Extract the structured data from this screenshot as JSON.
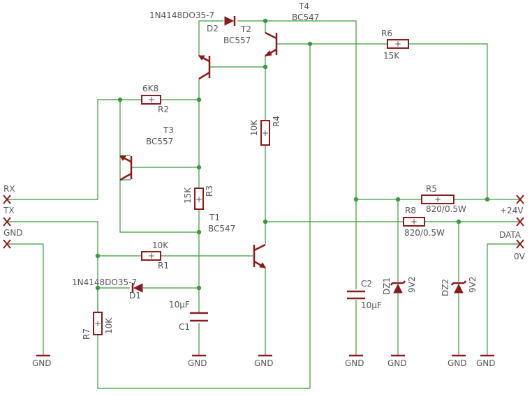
{
  "components": {
    "d1": {
      "ref": "D1",
      "value": "1N4148DO35-7"
    },
    "d2": {
      "ref": "D2",
      "value": "1N4148DO35-7"
    },
    "t1": {
      "ref": "T1",
      "value": "BC547"
    },
    "t2": {
      "ref": "T2",
      "value": "BC557"
    },
    "t3": {
      "ref": "T3",
      "value": "BC557"
    },
    "t4": {
      "ref": "T4",
      "value": "BC547"
    },
    "r1": {
      "ref": "R1",
      "value": "10K"
    },
    "r2": {
      "ref": "R2",
      "value": "6K8"
    },
    "r3": {
      "ref": "R3",
      "value": "15K"
    },
    "r4": {
      "ref": "R4",
      "value": "10K"
    },
    "r5": {
      "ref": "R5",
      "value": "820/0.5W"
    },
    "r6": {
      "ref": "R6",
      "value": "15K"
    },
    "r7": {
      "ref": "R7",
      "value": "10K"
    },
    "r8": {
      "ref": "R8",
      "value": "820/0.5W"
    },
    "c1": {
      "ref": "C1",
      "value": "10µF"
    },
    "c2": {
      "ref": "C2",
      "value": "10µF"
    },
    "dz1": {
      "ref": "DZ1",
      "value": "9V2"
    },
    "dz2": {
      "ref": "DZ2",
      "value": "9V2"
    }
  },
  "connectors": {
    "rx": "RX",
    "tx": "TX",
    "gnd": "GND",
    "v24": "+24V",
    "data": "DATA",
    "v0": "0V"
  },
  "gnd_label": "GND",
  "resistor_mark": "+"
}
